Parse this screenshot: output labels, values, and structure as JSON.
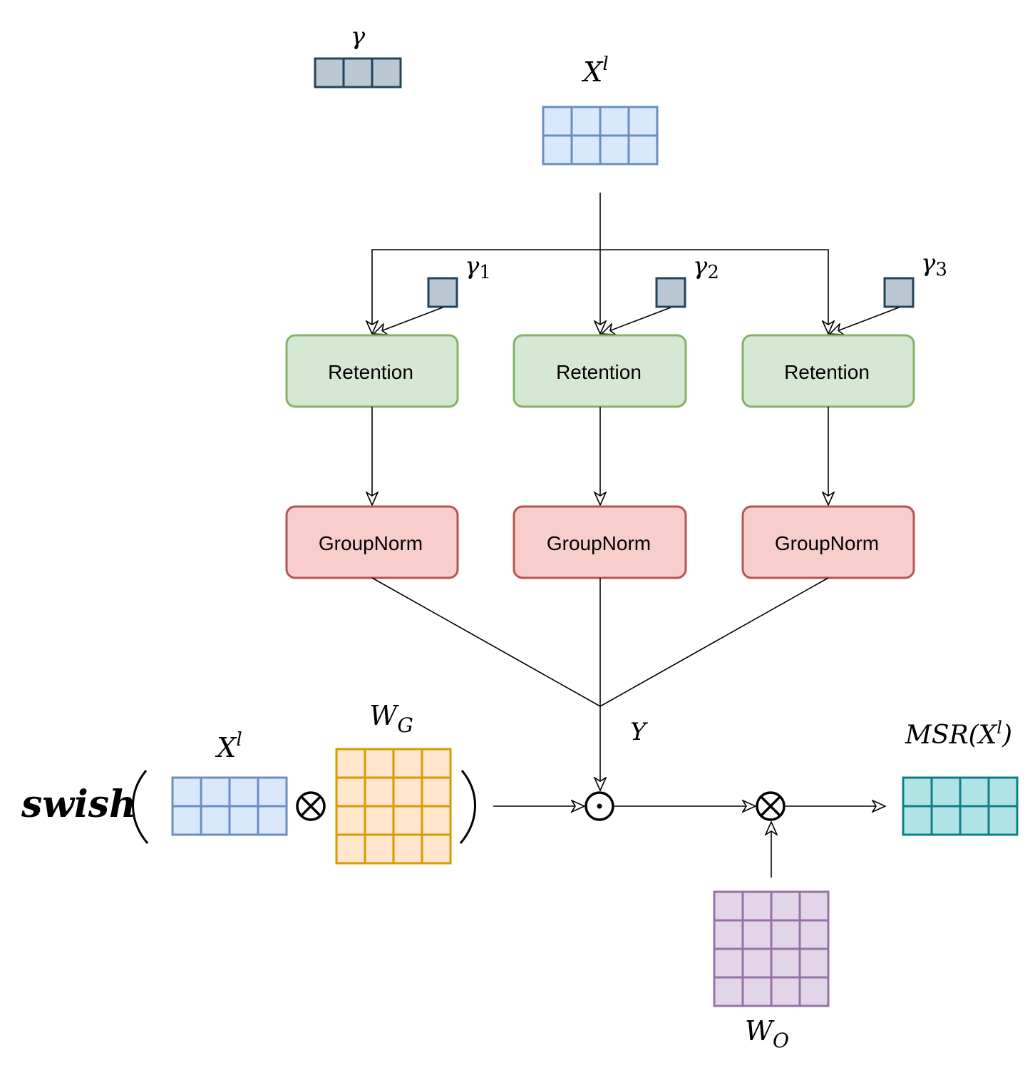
{
  "diagram": {
    "gamma_vector_label": "γ",
    "input_label": {
      "base": "X",
      "sup": "l"
    },
    "branches": [
      {
        "gamma_base": "γ",
        "gamma_sub": "1",
        "retention_label": "Retention",
        "norm_label": "GroupNorm"
      },
      {
        "gamma_base": "γ",
        "gamma_sub": "2",
        "retention_label": "Retention",
        "norm_label": "GroupNorm"
      },
      {
        "gamma_base": "γ",
        "gamma_sub": "3",
        "retention_label": "Retention",
        "norm_label": "GroupNorm"
      }
    ],
    "merge_label": "Y",
    "swish_label": "swish",
    "gate_input_label": {
      "base": "X",
      "sup": "l"
    },
    "gate_weight_label": {
      "base": "W",
      "sub": "G"
    },
    "output_weight_label": {
      "base": "W",
      "sub": "O"
    },
    "output_label": {
      "prefix": "MSR(X",
      "sup": "l",
      "suffix": ")"
    },
    "operators": {
      "matmul": "⊗",
      "hadamard": "⊙"
    },
    "colors": {
      "gamma_fill": "#bac8d3",
      "gamma_stroke": "#23445d",
      "x_fill": "#dae8fc",
      "x_stroke": "#6c8ebf",
      "retention_fill": "#d5e8d4",
      "retention_stroke": "#82b366",
      "norm_fill": "#f8cecc",
      "norm_stroke": "#b85450",
      "wg_fill": "#ffe6cc",
      "wg_stroke": "#d79b00",
      "wo_fill": "#e1d5e7",
      "wo_stroke": "#9673a6",
      "out_fill": "#b0e3e6",
      "out_stroke": "#0e8088"
    }
  }
}
